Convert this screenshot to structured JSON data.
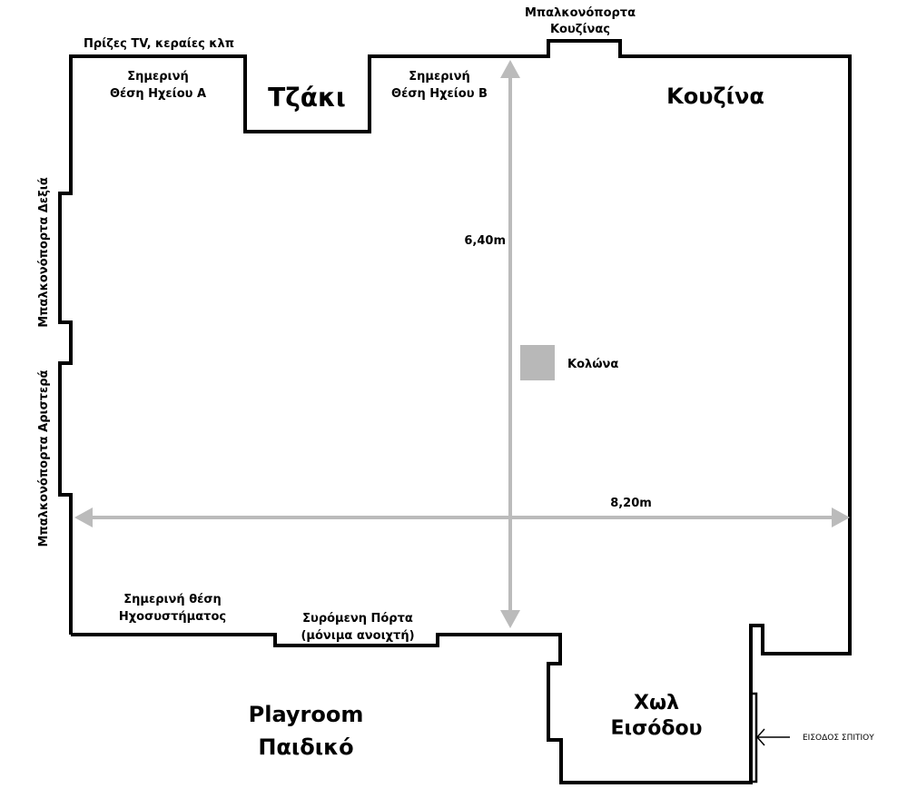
{
  "labels": {
    "tv_outlets": "Πρίζες TV, κεραίες κλπ",
    "speaker_a_line1": "Σημερινή",
    "speaker_a_line2": "Θέση Ηχείου Α",
    "fireplace": "Τζάκι",
    "speaker_b_line1": "Σημερινή",
    "speaker_b_line2": "Θέση Ηχείου Β",
    "kitchen_balcony_line1": "Μπαλκονόπορτα",
    "kitchen_balcony_line2": "Κουζίνας",
    "kitchen": "Κουζίνα",
    "balcony_right": "Μπαλκονόπορτα Δεξιά",
    "balcony_left": "Μπαλκονόπορτα Αριστερά",
    "height_dim": "6,40m",
    "width_dim": "8,20m",
    "column": "Κολώνα",
    "sound_system_line1": "Σημερινή θέση",
    "sound_system_line2": "Ηχοσυστήματος",
    "sliding_door_line1": "Συρόμενη Πόρτα",
    "sliding_door_line2": "(μόνιμα ανοιχτή)",
    "playroom_line1": "Playroom",
    "playroom_line2": "Παιδικό",
    "hall_line1": "Χωλ",
    "hall_line2": "Εισόδου",
    "entrance": "ΕΙΣΟΔΟΣ ΣΠΙΤΙΟΥ"
  },
  "colors": {
    "wall": "#000000",
    "dimension": "#bbbbbb",
    "column": "#b8b8b8"
  }
}
